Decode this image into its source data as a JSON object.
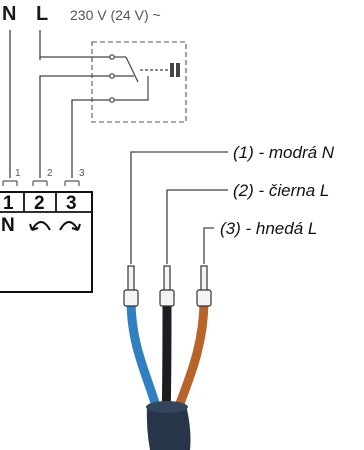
{
  "header": {
    "neutral": "N",
    "live": "L",
    "voltage": "230 V (24 V) ~"
  },
  "terminals": {
    "small_labels": [
      "1",
      "2",
      "3"
    ],
    "box_numbers": [
      "1",
      "2",
      "3"
    ],
    "neutral_mark": "N"
  },
  "wires": [
    {
      "label": "(1) - modrá N",
      "color": "#2f7fc1"
    },
    {
      "label": "(2) - čierna L",
      "color": "#1c1c22"
    },
    {
      "label": "(3) - hnedá L",
      "color": "#b8632a"
    }
  ],
  "colors": {
    "line": "#444444",
    "cable_sheath": "#263547"
  }
}
